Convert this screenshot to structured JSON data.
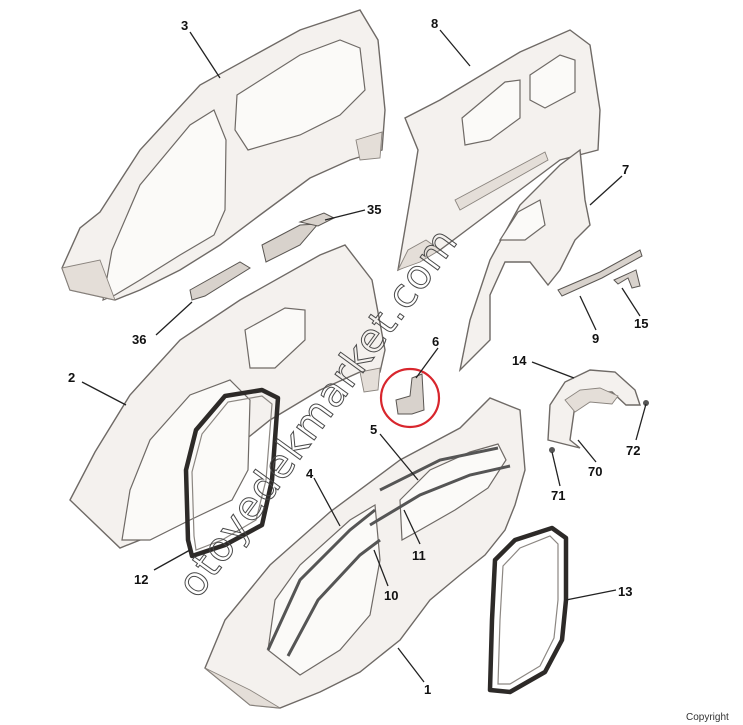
{
  "callouts": [
    "3",
    "8",
    "7",
    "35",
    "36",
    "15",
    "9",
    "6",
    "2",
    "14",
    "5",
    "72",
    "4",
    "70",
    "71",
    "11",
    "12",
    "10",
    "13",
    "1"
  ],
  "watermark": "otoyedekmarket.com",
  "copyright": "Copyright",
  "highlight_color": "#d8262d"
}
